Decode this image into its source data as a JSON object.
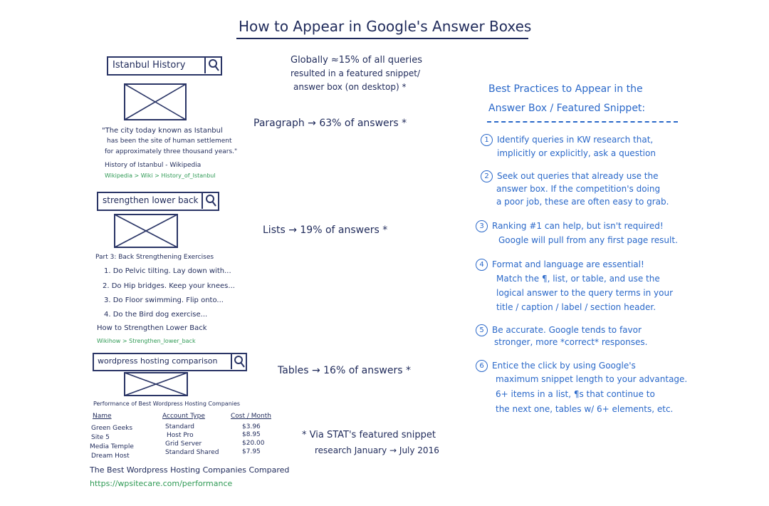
{
  "title": "How to Appear in Google's Answer Boxes",
  "intro": {
    "line1": "Globally ≈15% of all queries",
    "line2": "resulted in a featured snippet/",
    "line3": "answer box (on desktop) *"
  },
  "stats": {
    "paragraph": "Paragraph → 63% of answers *",
    "lists": "Lists → 19% of answers *",
    "tables": "Tables → 16% of answers *"
  },
  "footnote": {
    "line1": "* Via STAT's featured snippet",
    "line2": "research January → July 2016"
  },
  "example1": {
    "query": "Istanbul History",
    "quote1": "\"The city today known as Istanbul",
    "quote2": "has been the site of human settlement",
    "quote3": "for approximately three thousand years.\"",
    "source": "History of Istanbul - Wikipedia",
    "url": "Wikipedia > Wiki > History_of_Istanbul"
  },
  "example2": {
    "query": "strengthen lower back",
    "heading": "Part 3: Back Strengthening Exercises",
    "items": [
      "1. Do Pelvic tilting. Lay down with...",
      "2. Do Hip bridges. Keep your knees...",
      "3. Do Floor swimming. Flip onto...",
      "4. Do the Bird dog exercise..."
    ],
    "source": "How to Strengthen Lower Back",
    "url": "Wikihow > Strengthen_lower_back"
  },
  "example3": {
    "query": "wordpress hosting comparison",
    "table_title": "Performance of Best Wordpress Hosting Companies",
    "headers": [
      "Name",
      "Account Type",
      "Cost / Month"
    ],
    "rows": [
      [
        "Green Geeks",
        "Standard",
        "$3.96"
      ],
      [
        "Site 5",
        "Host Pro",
        "$8.95"
      ],
      [
        "Media Temple",
        "Grid Server",
        "$20.00"
      ],
      [
        "Dream Host",
        "Standard Shared",
        "$7.95"
      ]
    ],
    "source": "The Best Wordpress Hosting Companies Compared",
    "url": "https://wpsitecare.com/performance"
  },
  "best_practices": {
    "heading1": "Best Practices to Appear in the",
    "heading2": "Answer Box / Featured Snippet:",
    "items": [
      {
        "n": "1",
        "lines": [
          "Identify queries in KW research that,",
          "implicitly or explicitly, ask a question"
        ]
      },
      {
        "n": "2",
        "lines": [
          "Seek out queries that already use the",
          "answer box. If the competition's doing",
          "a poor job, these are often easy to grab."
        ]
      },
      {
        "n": "3",
        "lines": [
          "Ranking #1 can help, but isn't required!",
          "Google will pull from any first page result."
        ]
      },
      {
        "n": "4",
        "lines": [
          "Format and language are essential!",
          "Match the ¶, list, or table, and use the",
          "logical answer to the query terms in your",
          "title / caption / label / section header."
        ]
      },
      {
        "n": "5",
        "lines": [
          "Be accurate. Google tends to favor",
          "stronger, more *correct* responses."
        ]
      },
      {
        "n": "6",
        "lines": [
          "Entice the click by using Google's",
          "maximum snippet length to your advantage.",
          "6+ items in a list, ¶s that continue to",
          "the next one, tables w/ 6+ elements, etc."
        ]
      }
    ]
  }
}
